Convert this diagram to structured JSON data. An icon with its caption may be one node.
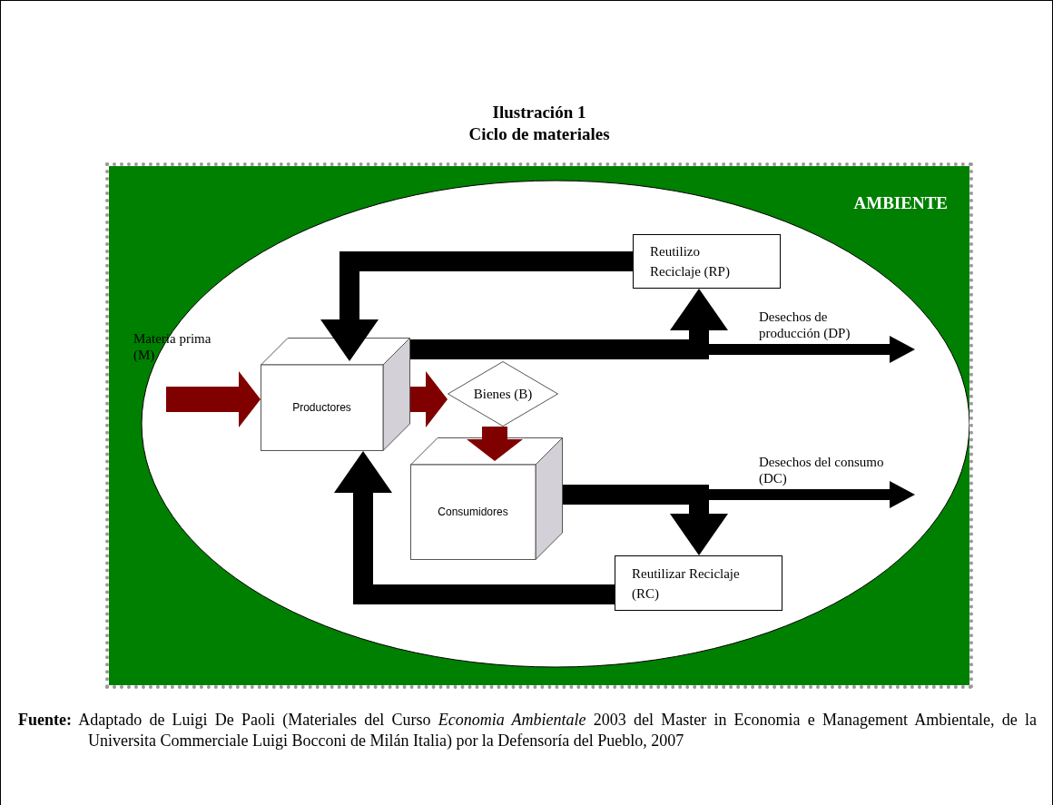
{
  "diagram": {
    "title": "Ilustración 1",
    "caption": "**Fuente:** Adaptado de Luigi De Paoli (Materiales del Curso *Economia Ambientale* 2003 del Master in Economia e Management Ambientale, de la Universita Commerciale Luigi Bocconi de Milán Italia) por la Defensoría del Pueblo, 2007",
    "nodes": [
      {
        "text": [
          "AMBIENTE"
        ]
      },
      {
        "text": [
          "Productores"
        ],
        "in": 0
      },
      {
        "text": [
          "Bienes (B)"
        ],
        "in": 0
      },
      {
        "text": [
          "Consumidores"
        ],
        "in": 0
      },
      {
        "text": [
          "Reutilizo Reciclaje (RP)"
        ],
        "in": 0
      },
      {
        "text": [
          "Reutilizar Reciclaje (RC)"
        ],
        "in": 0
      }
    ],
    "edges": [
      {
        "from": null,
        "to": 1,
        "arrow": "to",
        "label": "Materia prima (M)",
        "color": "#800000"
      },
      {
        "from": 1,
        "to": 2,
        "arrow": "to",
        "color": "#800000"
      },
      {
        "from": 2,
        "to": 3,
        "arrow": "to",
        "color": "#800000"
      },
      {
        "from": 1,
        "to": null,
        "arrow": "to",
        "label": "Desechos de producción (DP)"
      },
      {
        "from": 1,
        "to": 4,
        "arrow": "to"
      },
      {
        "from": 4,
        "to": 1,
        "arrow": "to"
      },
      {
        "from": 3,
        "to": null,
        "arrow": "to",
        "label": "Desechos del consumo (DC)"
      },
      {
        "from": 3,
        "to": 5,
        "arrow": "to"
      },
      {
        "from": 5,
        "to": 1,
        "arrow": "to"
      }
    ],
    "labels": [
      "Ciclo de materiales"
    ]
  }
}
